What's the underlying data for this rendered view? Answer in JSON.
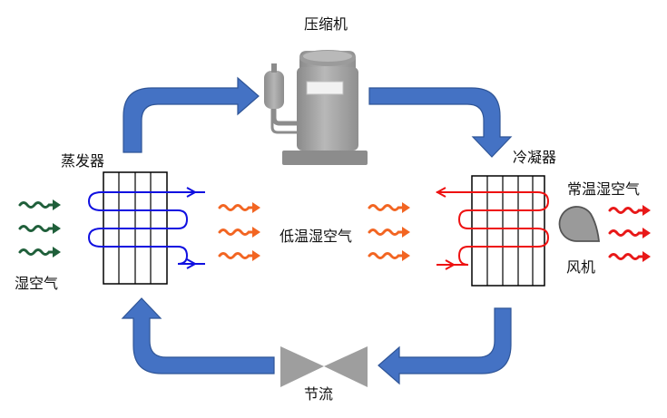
{
  "labels": {
    "compressor": "压缩机",
    "evaporator": "蒸发器",
    "condenser": "冷凝器",
    "humid_air": "湿空气",
    "low_temp_humid_air": "低温湿空气",
    "normal_temp_humid_air": "常温湿空气",
    "fan": "风机",
    "throttle": "节流"
  },
  "colors": {
    "pipe_arrow": "#4472C4",
    "pipe_arrow_edge": "#2F5597",
    "evaporator_coil": "#1010E0",
    "condenser_coil": "#EE1111",
    "humid_air_wave": "#1F5F3A",
    "low_temp_air_wave": "#F26522",
    "normal_temp_air_wave": "#E81818",
    "machine_gray": "#A5A5A5"
  },
  "icons": {
    "compressor": "compressor-icon",
    "fan": "fan-icon",
    "throttle": "throttle-valve-icon"
  }
}
